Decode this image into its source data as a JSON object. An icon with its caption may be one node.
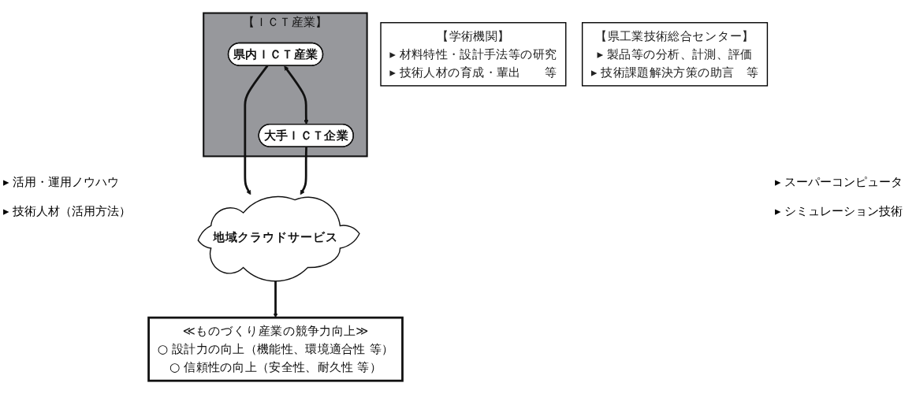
{
  "diagram": {
    "nodes": [
      {
        "text": [
          "【学術機関】",
          "▸ 材料特性・設計手法等の研究",
          "▸ 技術人材の育成・輩出　　等"
        ]
      },
      {
        "text": [
          "【県工業技術総合センター】",
          "▸ 製品等の分析、計測、評価",
          "▸ 技術課題解決方策の助言　等"
        ]
      },
      {
        "text": [
          "【ＩＣＴ産業】"
        ]
      },
      {
        "text": [
          "県内ＩＣＴ産業"
        ],
        "in": 2
      },
      {
        "text": [
          "大手ＩＣＴ企業"
        ],
        "in": 2
      },
      {
        "text": [
          "地域クラウドサービス"
        ]
      },
      {
        "text": [
          "≪ものづくり産業の競争力向上≫",
          "○ 設計力の向上（機能性、環境適合性 等）",
          "○ 信頼性の向上（安全性、耐久性 等）"
        ]
      }
    ],
    "edges": [
      {
        "from": 3,
        "to": 4,
        "arrow": "both"
      },
      {
        "from": 3,
        "to": 5,
        "arrow": "to"
      },
      {
        "from": 4,
        "to": 5,
        "arrow": "to"
      },
      {
        "from": 5,
        "to": 6,
        "arrow": "to"
      }
    ],
    "labels": [
      "▸ 活用・運用ノウハウ",
      "▸ スーパーコンピュータ",
      "▸ 技術人材（活用方法）",
      "▸ シミュレーション技術"
    ]
  }
}
